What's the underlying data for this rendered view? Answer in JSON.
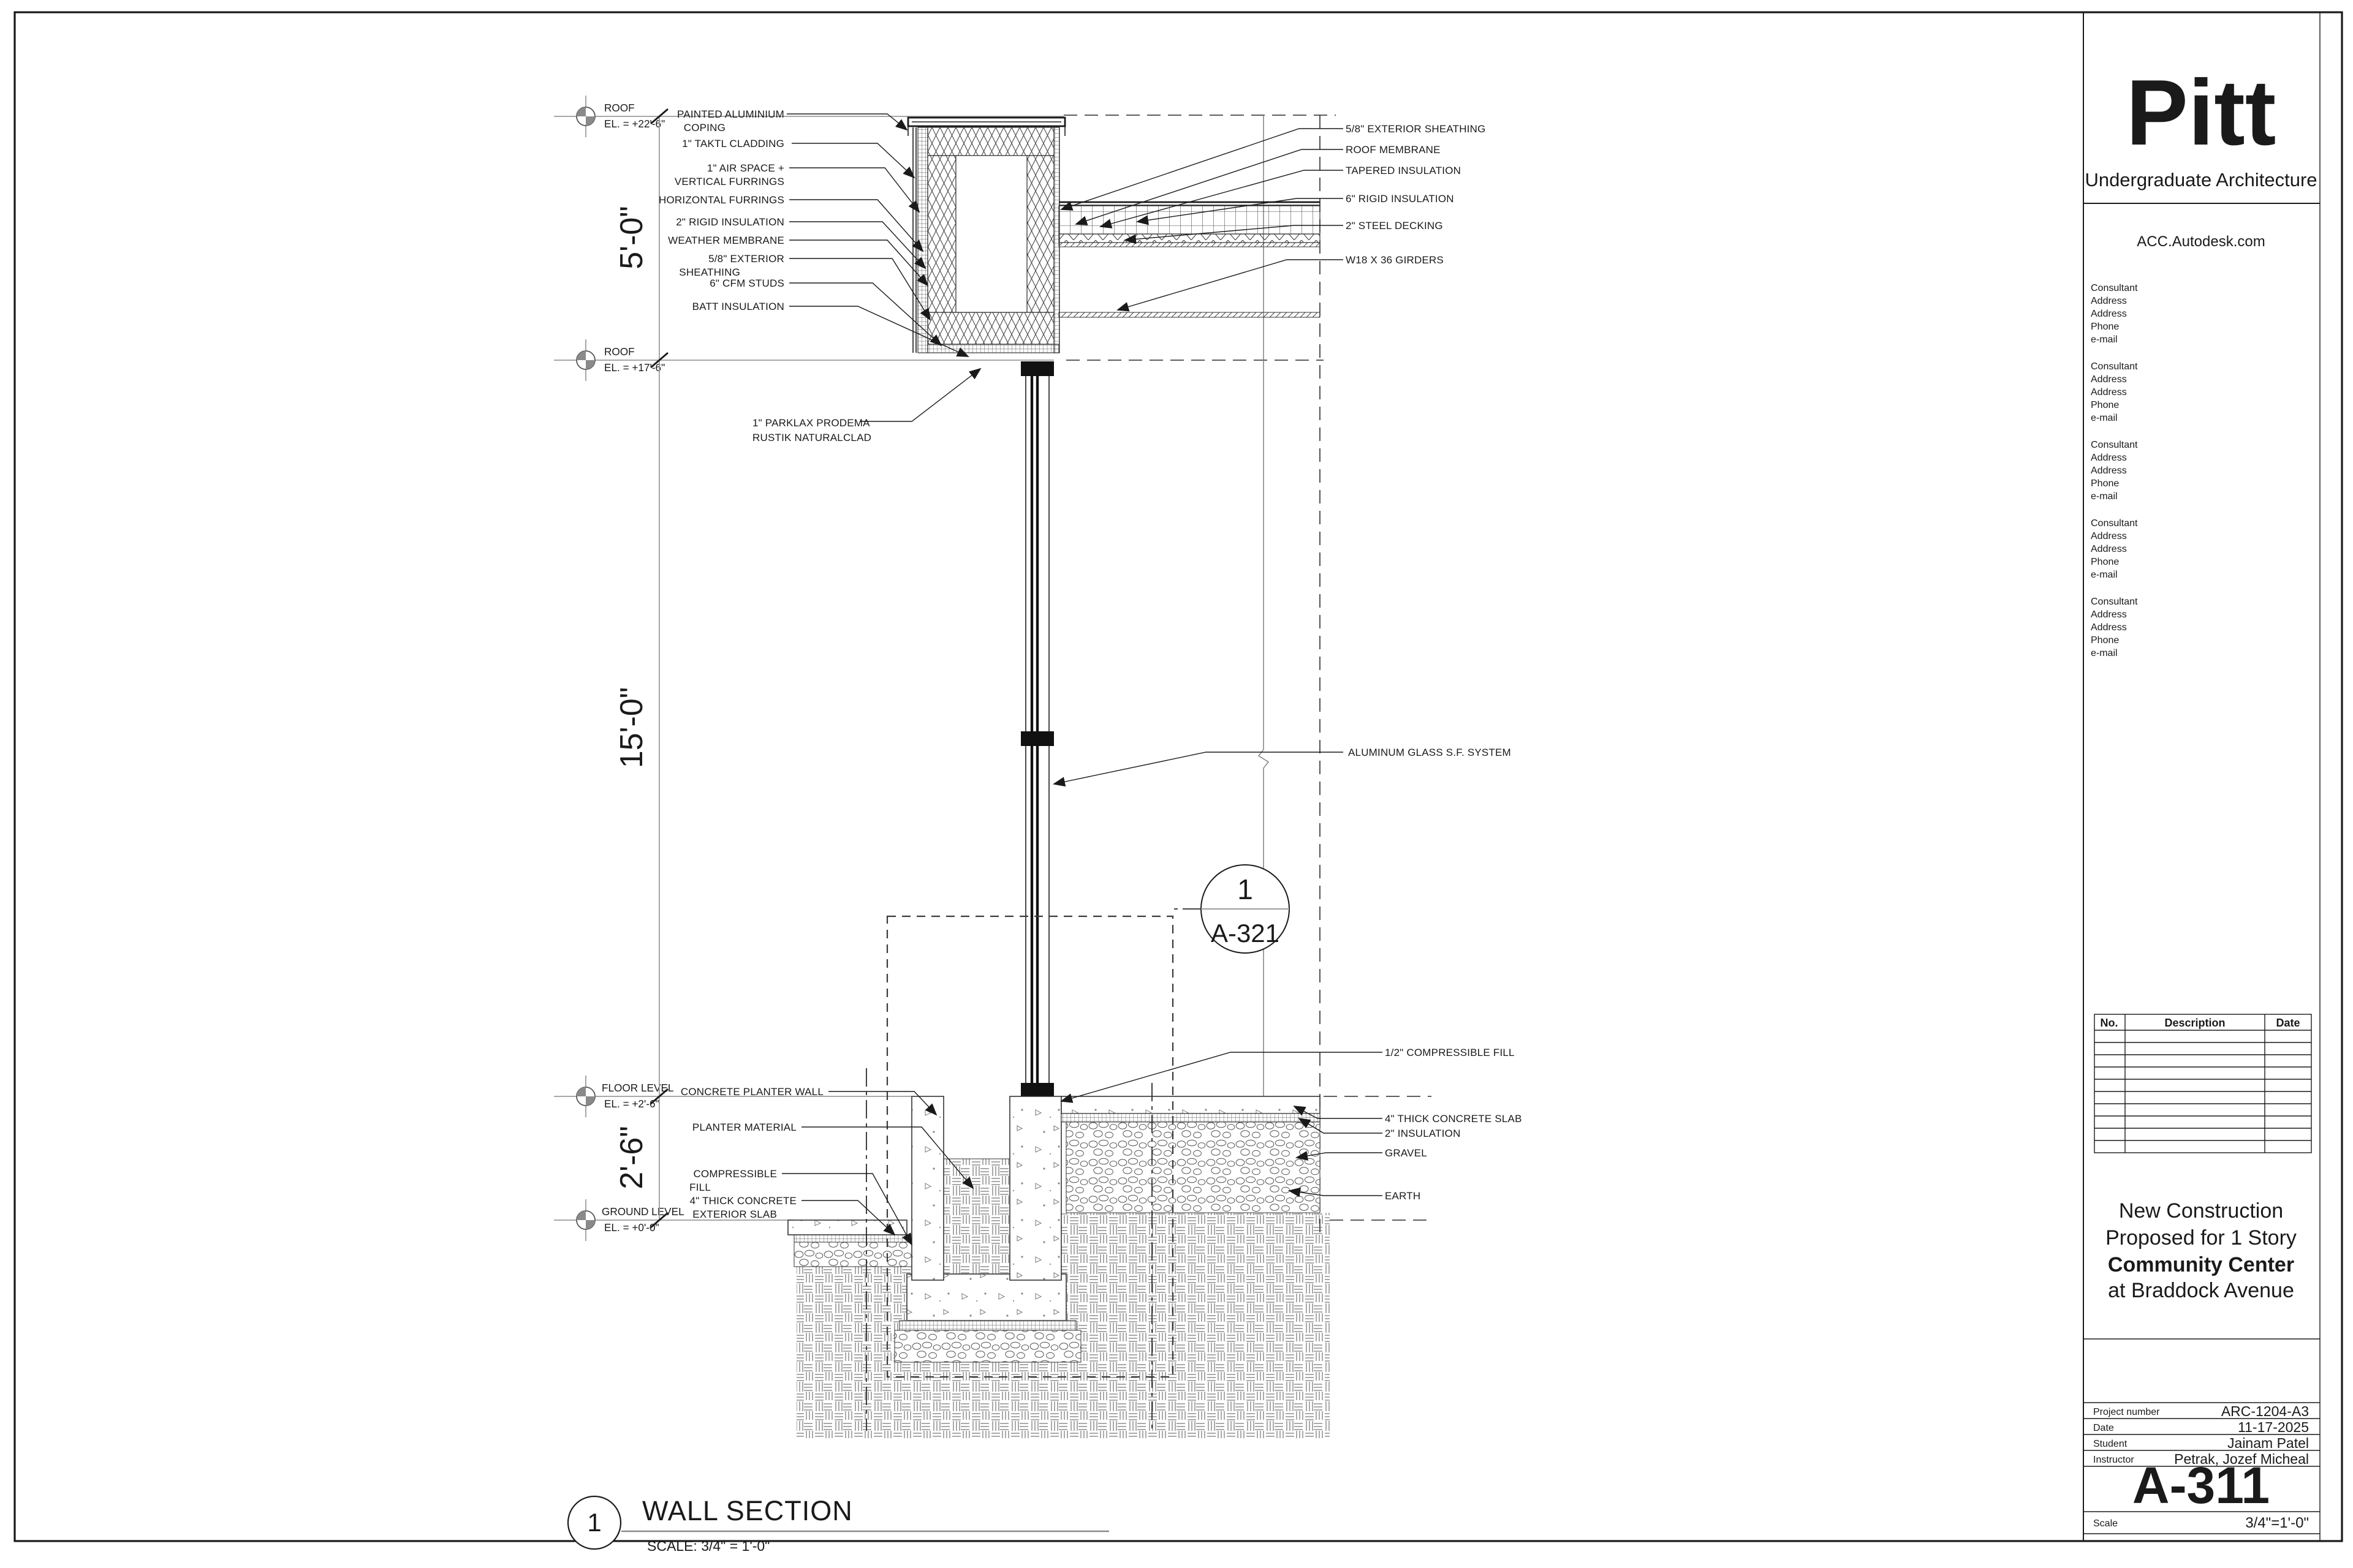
{
  "title_block": {
    "logo": "Pitt",
    "subtitle": "Undergraduate Architecture",
    "website": "ACC.Autodesk.com",
    "consultant_block": {
      "title": "Consultant",
      "address1": "Address",
      "address2": "Address",
      "phone": "Phone",
      "email": "e-mail"
    },
    "revision_table": {
      "no": "No.",
      "description": "Description",
      "date": "Date"
    },
    "project_description": {
      "line1": "New Construction",
      "line2": "Proposed for 1 Story",
      "line3": "Community Center",
      "line4": "at Braddock Avenue"
    },
    "project_info": {
      "project_number_label": "Project number",
      "project_number": "ARC-1204-A3",
      "date_label": "Date",
      "date": "11-17-2025",
      "student_label": "Student",
      "student": "Jainam Patel",
      "instructor_label": "Instructor",
      "instructor": "Petrak, Jozef Micheal",
      "sheet_number": "A-311",
      "scale_label": "Scale",
      "scale_value": "3/4\"=1'-0\""
    }
  },
  "drawing": {
    "levels": {
      "roof_upper": {
        "name": "ROOF",
        "elevation": "EL. = +22'-6\""
      },
      "roof_lower": {
        "name": "ROOF",
        "elevation": "EL. = +17'-6\""
      },
      "floor": {
        "name": "FLOOR LEVEL",
        "elevation": "EL. = +2'-6\""
      },
      "ground": {
        "name": "GROUND LEVEL",
        "elevation": "EL. = +0'-0\""
      }
    },
    "dimensions": {
      "parapet": "5'-0\"",
      "wall": "15'-0\"",
      "base": "2'-6\""
    },
    "labels_parapet_left": [
      {
        "line1": "PAINTED ALUMINIUM",
        "line2": "COPING"
      },
      {
        "line1": "1\" TAKTL CLADDING"
      },
      {
        "line1": "1\" AIR SPACE +",
        "line2": "VERTICAL FURRINGS"
      },
      {
        "line1": "HORIZONTAL FURRINGS"
      },
      {
        "line1": "2\" RIGID INSULATION"
      },
      {
        "line1": "WEATHER MEMBRANE"
      },
      {
        "line1": "5/8\" EXTERIOR",
        "line2": "SHEATHING"
      },
      {
        "line1": "6\" CFM STUDS"
      },
      {
        "line1": "BATT INSULATION"
      }
    ],
    "labels_roof_right": [
      "5/8\" EXTERIOR SHEATHING",
      "ROOF MEMBRANE",
      "TAPERED INSULATION",
      "6\" RIGID INSULATION",
      "2\" STEEL DECKING",
      "W18 X 36 GIRDERS"
    ],
    "label_cladding": {
      "line1": "1\" PARKLAX PRODEMA",
      "line2": "RUSTIK NATURALCLAD"
    },
    "label_curtain_wall": "ALUMINUM GLASS S.F. SYSTEM",
    "detail_callout": {
      "number": "1",
      "sheet": "A-321"
    },
    "labels_base_left": [
      {
        "line1": "CONCRETE PLANTER WALL"
      },
      {
        "line1": "PLANTER MATERIAL"
      },
      {
        "line1": "COMPRESSIBLE",
        "line2": "FILL"
      },
      {
        "line1": "4\" THICK CONCRETE",
        "line2": "EXTERIOR SLAB"
      }
    ],
    "labels_base_right": [
      "1/2\" COMPRESSIBLE FILL",
      "4\" THICK CONCRETE SLAB",
      "2\" INSULATION",
      "GRAVEL",
      "EARTH"
    ],
    "view_title": {
      "number": "1",
      "name": "WALL SECTION",
      "scale": "SCALE: 3/4\" = 1'-0\""
    }
  }
}
